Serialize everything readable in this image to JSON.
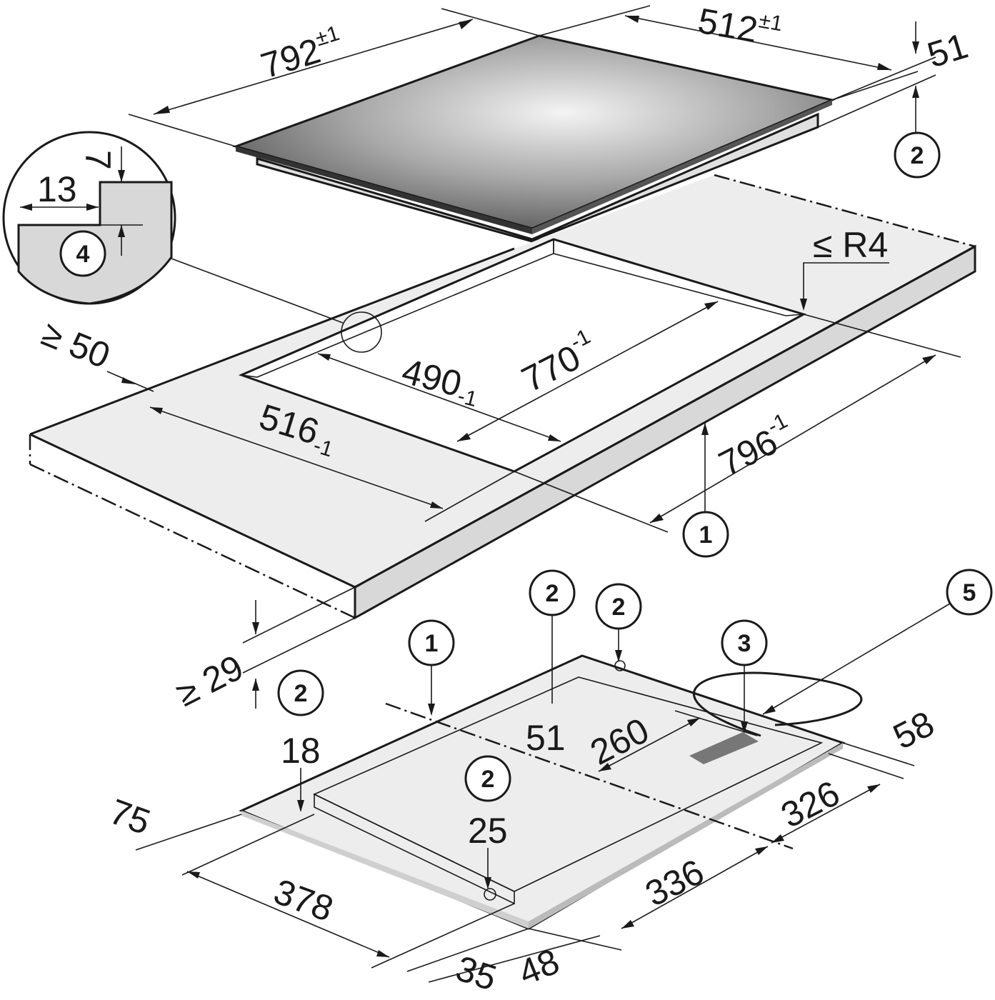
{
  "title": "Hob installation dimensions",
  "top_hob": {
    "width": "792",
    "width_tol": "±1",
    "depth": "512",
    "depth_tol": "±1",
    "height": "51",
    "callout": "2"
  },
  "detail": {
    "step_height": "7",
    "step_width": "13",
    "callout": "4"
  },
  "worktop": {
    "corner_radius": "≤ R4",
    "min_front": "≥ 50",
    "cutout_depth": "490",
    "cutout_depth_tol": "-1",
    "cutout_width": "770",
    "cutout_width_tol": "-1",
    "outer_depth": "516",
    "outer_depth_tol": "-1",
    "outer_width": "796",
    "outer_width_tol": "-1",
    "callout": "1",
    "min_thickness": "≥ 29"
  },
  "bottom_hob": {
    "callouts": [
      "1",
      "2",
      "2",
      "2",
      "2",
      "3",
      "5"
    ],
    "dims": {
      "d18": "18",
      "d51": "51",
      "d260": "260",
      "d58": "58",
      "d326": "326",
      "d75": "75",
      "d378": "378",
      "d336": "336",
      "d25": "25",
      "d35": "35",
      "d48": "48"
    }
  }
}
